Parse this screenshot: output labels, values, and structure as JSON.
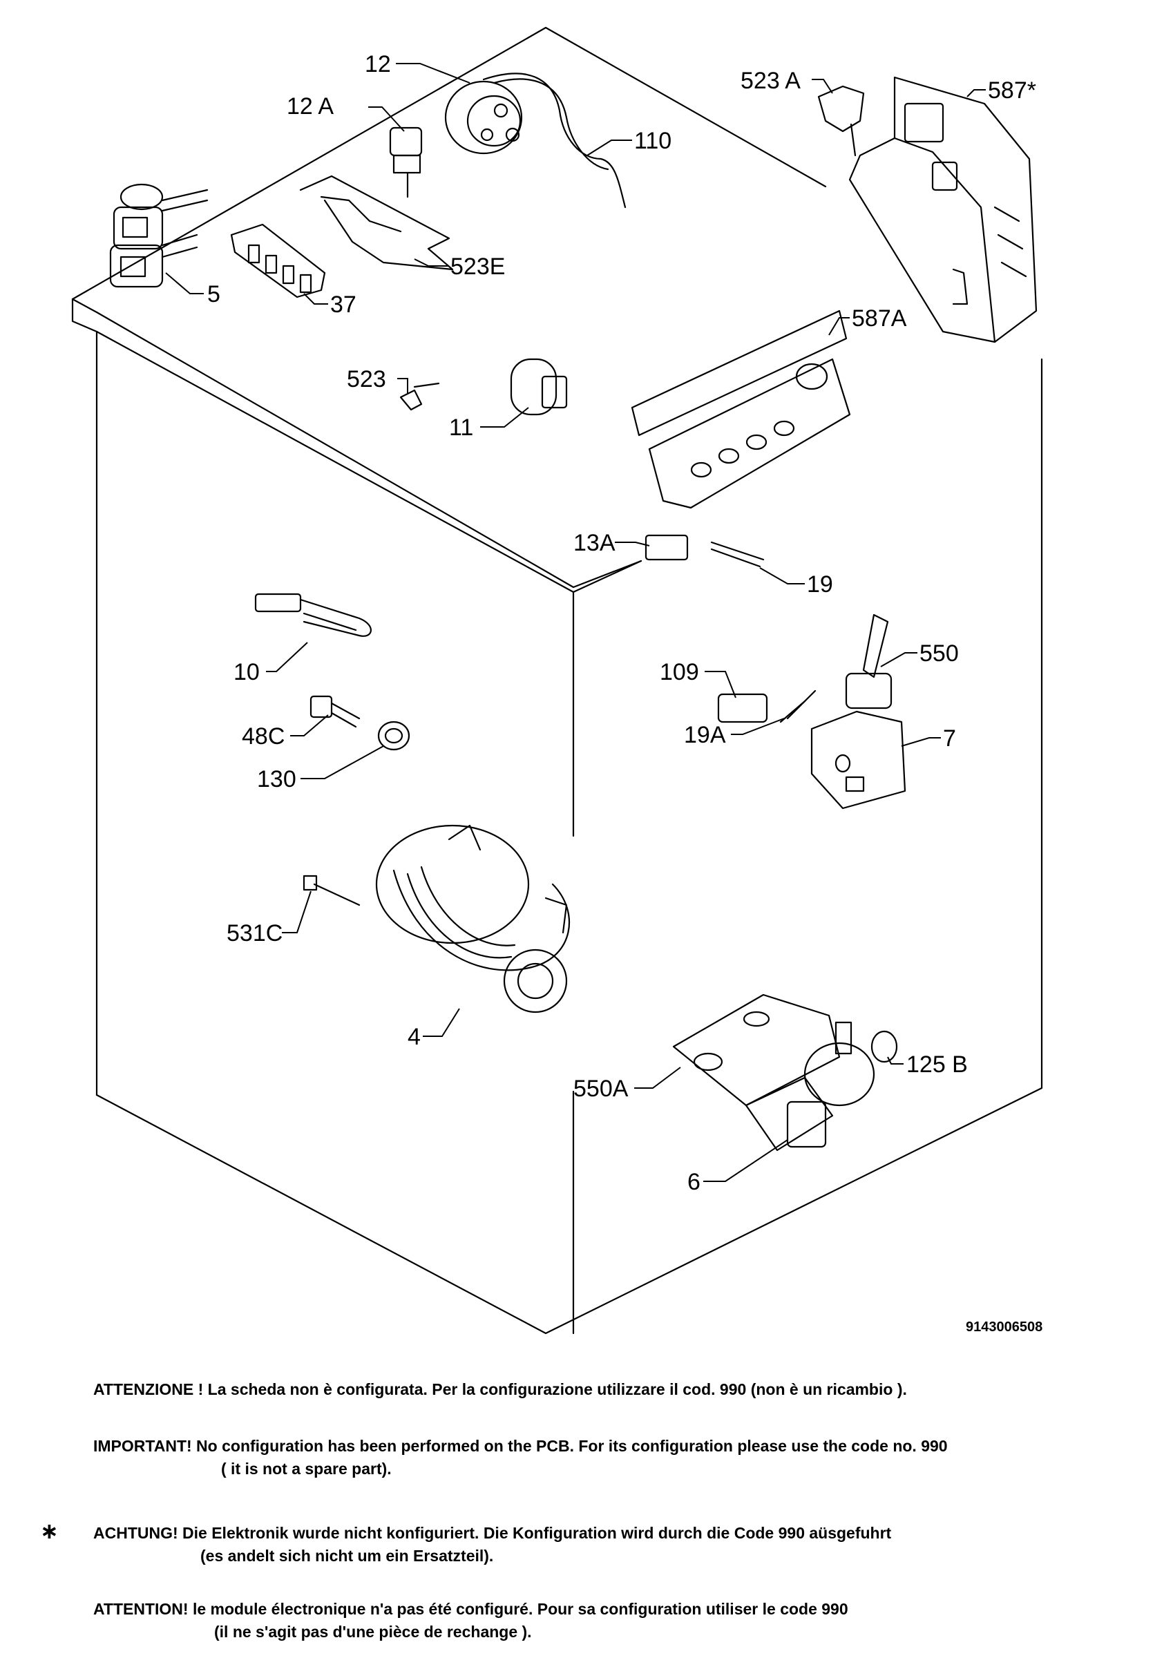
{
  "labels": {
    "p12": "12",
    "p12a": "12 A",
    "p110": "110",
    "p5": "5",
    "p523e": "523E",
    "p37": "37",
    "p523a": "523 A",
    "p587star": "587*",
    "p587a": "587A",
    "p523": "523",
    "p11": "11",
    "p13a": "13A",
    "p19": "19",
    "p10": "10",
    "p48c": "48C",
    "p130": "130",
    "p109": "109",
    "p19a": "19A",
    "p550": "550",
    "p7": "7",
    "p531c": "531C",
    "p4": "4",
    "p550a": "550A",
    "p125b": "125 B",
    "p6": "6"
  },
  "drawing_id": "9143006508",
  "notes": {
    "italian": "ATTENZIONE ! La scheda non è  configurata. Per la configurazione utilizzare il cod. 990 (non è un ricambio ).",
    "english_1": "IMPORTANT! No configuration has been performed on the PCB. For its configuration please use the code no. 990",
    "english_2": "( it is not a spare part).",
    "german_1": "ACHTUNG! Die Elektronik wurde nicht konfiguriert. Die Konfiguration wird durch die Code 990 aüsgefuhrt",
    "german_2": "(es andelt sich nicht um ein Ersatzteil).",
    "french_1": "ATTENTION! le module électronique n'a pas été configuré. Pour  sa configuration utiliser le code 990",
    "french_2": "(il ne s'agit pas d'une pièce de rechange ).",
    "star": "∗"
  }
}
